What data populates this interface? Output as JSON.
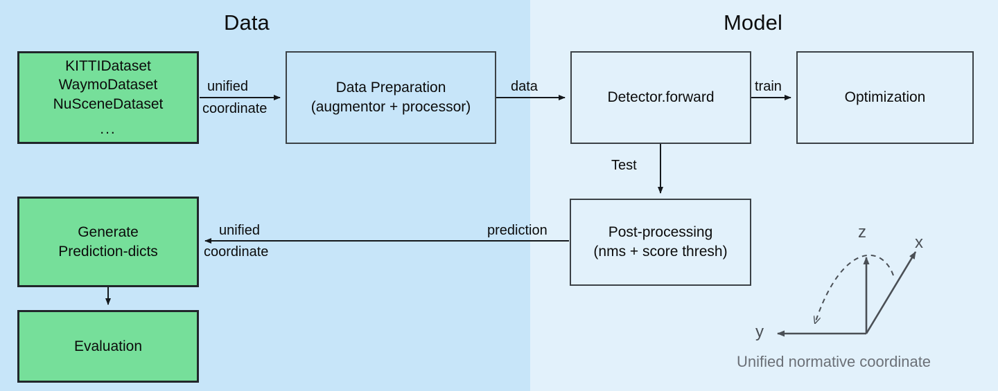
{
  "panels": {
    "data": {
      "title": "Data",
      "bg": "#c7e5f9"
    },
    "model": {
      "title": "Model",
      "bg": "#e2f1fb"
    }
  },
  "nodes": {
    "datasets": {
      "lines": [
        "KITTIDataset",
        "WaymoDataset",
        "NuSceneDataset",
        "..."
      ],
      "fill": "#76df9a"
    },
    "data_preparation": {
      "lines": [
        "Data Preparation",
        "(augmentor + processor)"
      ]
    },
    "detector_forward": {
      "lines": [
        "Detector.forward"
      ]
    },
    "optimization": {
      "lines": [
        "Optimization"
      ]
    },
    "post_processing": {
      "lines": [
        "Post-processing",
        "(nms + score thresh)"
      ]
    },
    "generate_prediction_dicts": {
      "lines": [
        "Generate",
        "Prediction-dicts"
      ],
      "fill": "#76df9a"
    },
    "evaluation": {
      "lines": [
        "Evaluation"
      ],
      "fill": "#76df9a"
    }
  },
  "edges": {
    "datasets_to_prep": {
      "line1": "unified",
      "line2": "coordinate"
    },
    "prep_to_detector": {
      "line1": "data"
    },
    "detector_to_optimization": {
      "line1": "train"
    },
    "detector_to_post": {
      "line1": "Test"
    },
    "post_to_generate": {
      "line1": "prediction"
    },
    "post_to_generate_left": {
      "line1": "unified",
      "line2": "coordinate"
    }
  },
  "coordinate_figure": {
    "axis_z": "z",
    "axis_x": "x",
    "axis_y": "y",
    "caption": "Unified normative coordinate",
    "stroke": "#4a4f55"
  }
}
